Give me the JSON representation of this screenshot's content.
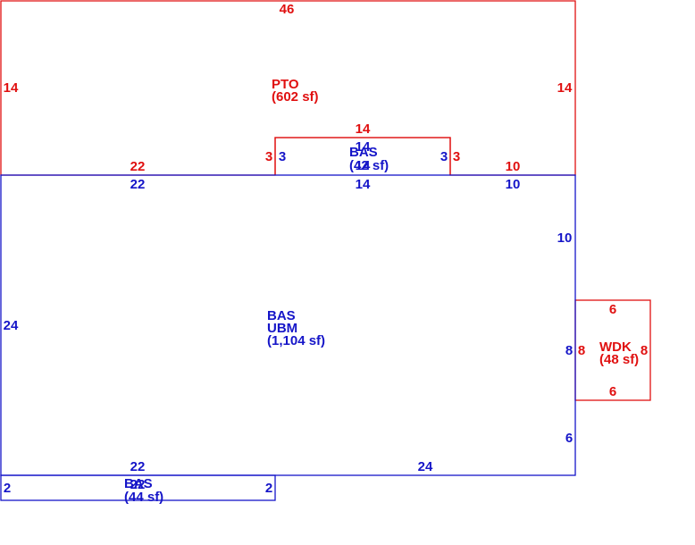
{
  "colors": {
    "pto": "#e01010",
    "bas": "#1515c8",
    "wdk": "#e01010"
  },
  "areas": {
    "pto": {
      "code": "PTO",
      "area": "(602 sf)"
    },
    "bas_top": {
      "code": "BAS",
      "area": "(42 sf)",
      "overlap": "14"
    },
    "bas_main": {
      "code": "BAS",
      "sub_code": "UBM",
      "area": "(1,104 sf)"
    },
    "bas_bottom": {
      "code": "BAS",
      "area": "(44 sf)",
      "overlap": "22"
    },
    "wdk": {
      "code": "WDK",
      "area": "(48 sf)"
    }
  },
  "dimensions": {
    "pto": {
      "top": "46",
      "left": "14",
      "right": "14",
      "bottom_left": "22",
      "bottom_right": "10",
      "notch_top": "14",
      "notch_left": "3",
      "notch_right": "3"
    },
    "bas_top": {
      "top": "14",
      "left": "3",
      "right": "3"
    },
    "bas_main": {
      "top_left": "22",
      "top_mid": "14",
      "top_right": "10",
      "left": "24",
      "right_upper": "10",
      "right_mid": "8",
      "right_lower": "6",
      "bottom_right": "24",
      "bottom_left": "22"
    },
    "bas_bottom": {
      "left": "2",
      "right": "2"
    },
    "wdk": {
      "top": "6",
      "left": "8",
      "right": "8",
      "bottom": "6"
    }
  }
}
